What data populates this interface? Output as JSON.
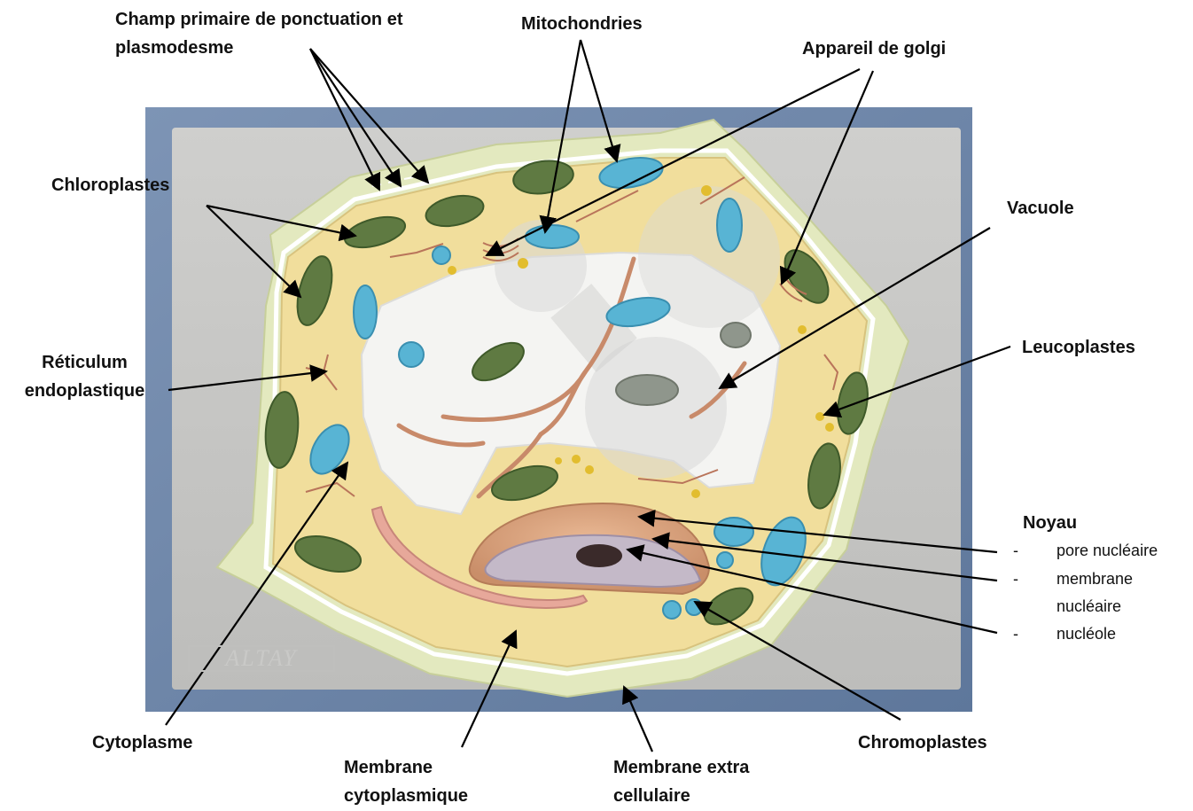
{
  "labels": {
    "champ": "Champ primaire de ponctuation et plasmodesme",
    "mitochondries": "Mitochondries",
    "golgi": "Appareil de golgi",
    "chloroplastes": "Chloroplastes",
    "vacuole": "Vacuole",
    "reticulum": "Réticulum endoplastique",
    "leucoplastes": "Leucoplastes",
    "cytoplasme": "Cytoplasme",
    "membrane_cyto": "Membrane cytoplasmique",
    "membrane_extra": "Membrane extra cellulaire",
    "chromoplastes": "Chromoplastes"
  },
  "noyau": {
    "title": "Noyau",
    "items": [
      "pore nucléaire",
      "membrane nucléaire",
      "nucléole"
    ]
  },
  "model": {
    "brand": "ALTAY"
  },
  "colors": {
    "backboard": "#6f88ab",
    "plate": "#c6c6c4",
    "wall": "#e8edc6",
    "cytoplasm": "#f3e09f",
    "chloroplast": "#5f7a42",
    "mitochondrion": "#58b4d4",
    "reticulum": "#b97a5a",
    "nucleus": "#d9a07b"
  }
}
